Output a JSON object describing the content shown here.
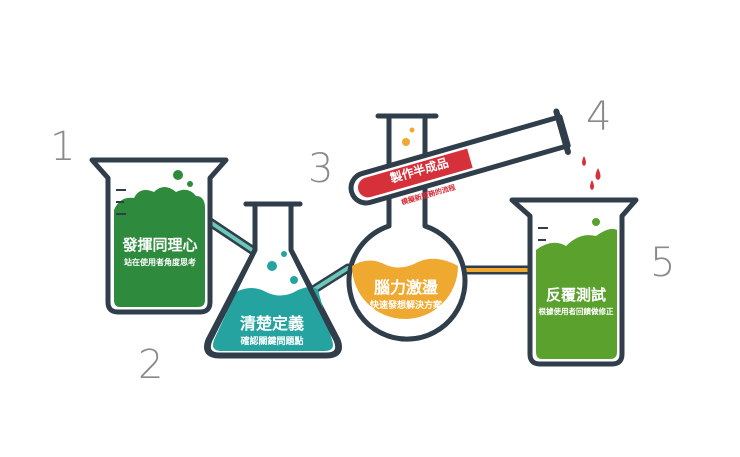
{
  "steps": [
    {
      "number": "1",
      "title": "發揮同理心",
      "subtitle": "站在使用者角度思考",
      "color": "#2e8b3e"
    },
    {
      "number": "2",
      "title": "清楚定義",
      "subtitle": "確認關鍵問題點",
      "color": "#25a3a0"
    },
    {
      "number": "3",
      "title": "腦力激盪",
      "subtitle": "快速發想解決方案",
      "color": "#f0a930"
    },
    {
      "number": "4",
      "title": "製作半成品",
      "subtitle": "模擬新服務的流程",
      "color": "#d6313b"
    },
    {
      "number": "5",
      "title": "反覆測試",
      "subtitle": "根據使用者回饋做修正",
      "color": "#5aa12e"
    }
  ],
  "colors": {
    "outline": "#2f3e4a",
    "glass": "#ffffff",
    "connector_1_2": "#6cc7b8",
    "connector_2_3": "#6cc7b8",
    "connector_3_5": "#f0a930",
    "drip": "#d6313b"
  }
}
